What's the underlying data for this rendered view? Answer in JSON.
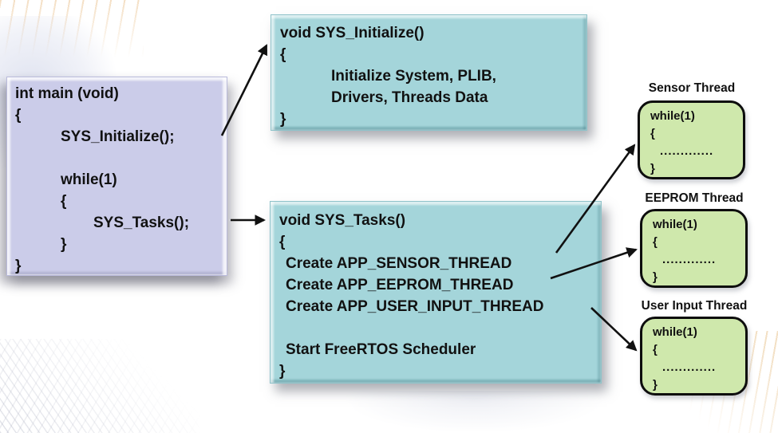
{
  "palette": {
    "main_box_fill": "#cbcce9",
    "func_box_fill": "#a4d5da",
    "thread_box_fill": "#cfe8ac",
    "text_color": "#111111",
    "arrow_color": "#111111"
  },
  "main_box": {
    "lines": [
      "int main (void)",
      "{",
      "SYS_Initialize();",
      "",
      "while(1)",
      "{",
      "SYS_Tasks();",
      "}",
      "}"
    ]
  },
  "init_box": {
    "lines": [
      "void SYS_Initialize()",
      "{",
      "Initialize System, PLIB,",
      "Drivers, Threads Data",
      "}"
    ]
  },
  "tasks_box": {
    "lines": [
      "void SYS_Tasks()",
      "{",
      "Create APP_SENSOR_THREAD",
      "Create APP_EEPROM_THREAD",
      "Create APP_USER_INPUT_THREAD",
      "",
      "Start FreeRTOS Scheduler",
      "}"
    ]
  },
  "threads": [
    {
      "label": "Sensor Thread",
      "lines": [
        "while(1)",
        "{",
        ".............",
        "}"
      ]
    },
    {
      "label": "EEPROM Thread",
      "lines": [
        "while(1)",
        "{",
        ".............",
        "}"
      ]
    },
    {
      "label": "User Input Thread",
      "lines": [
        "while(1)",
        "{",
        ".............",
        "}"
      ]
    }
  ]
}
